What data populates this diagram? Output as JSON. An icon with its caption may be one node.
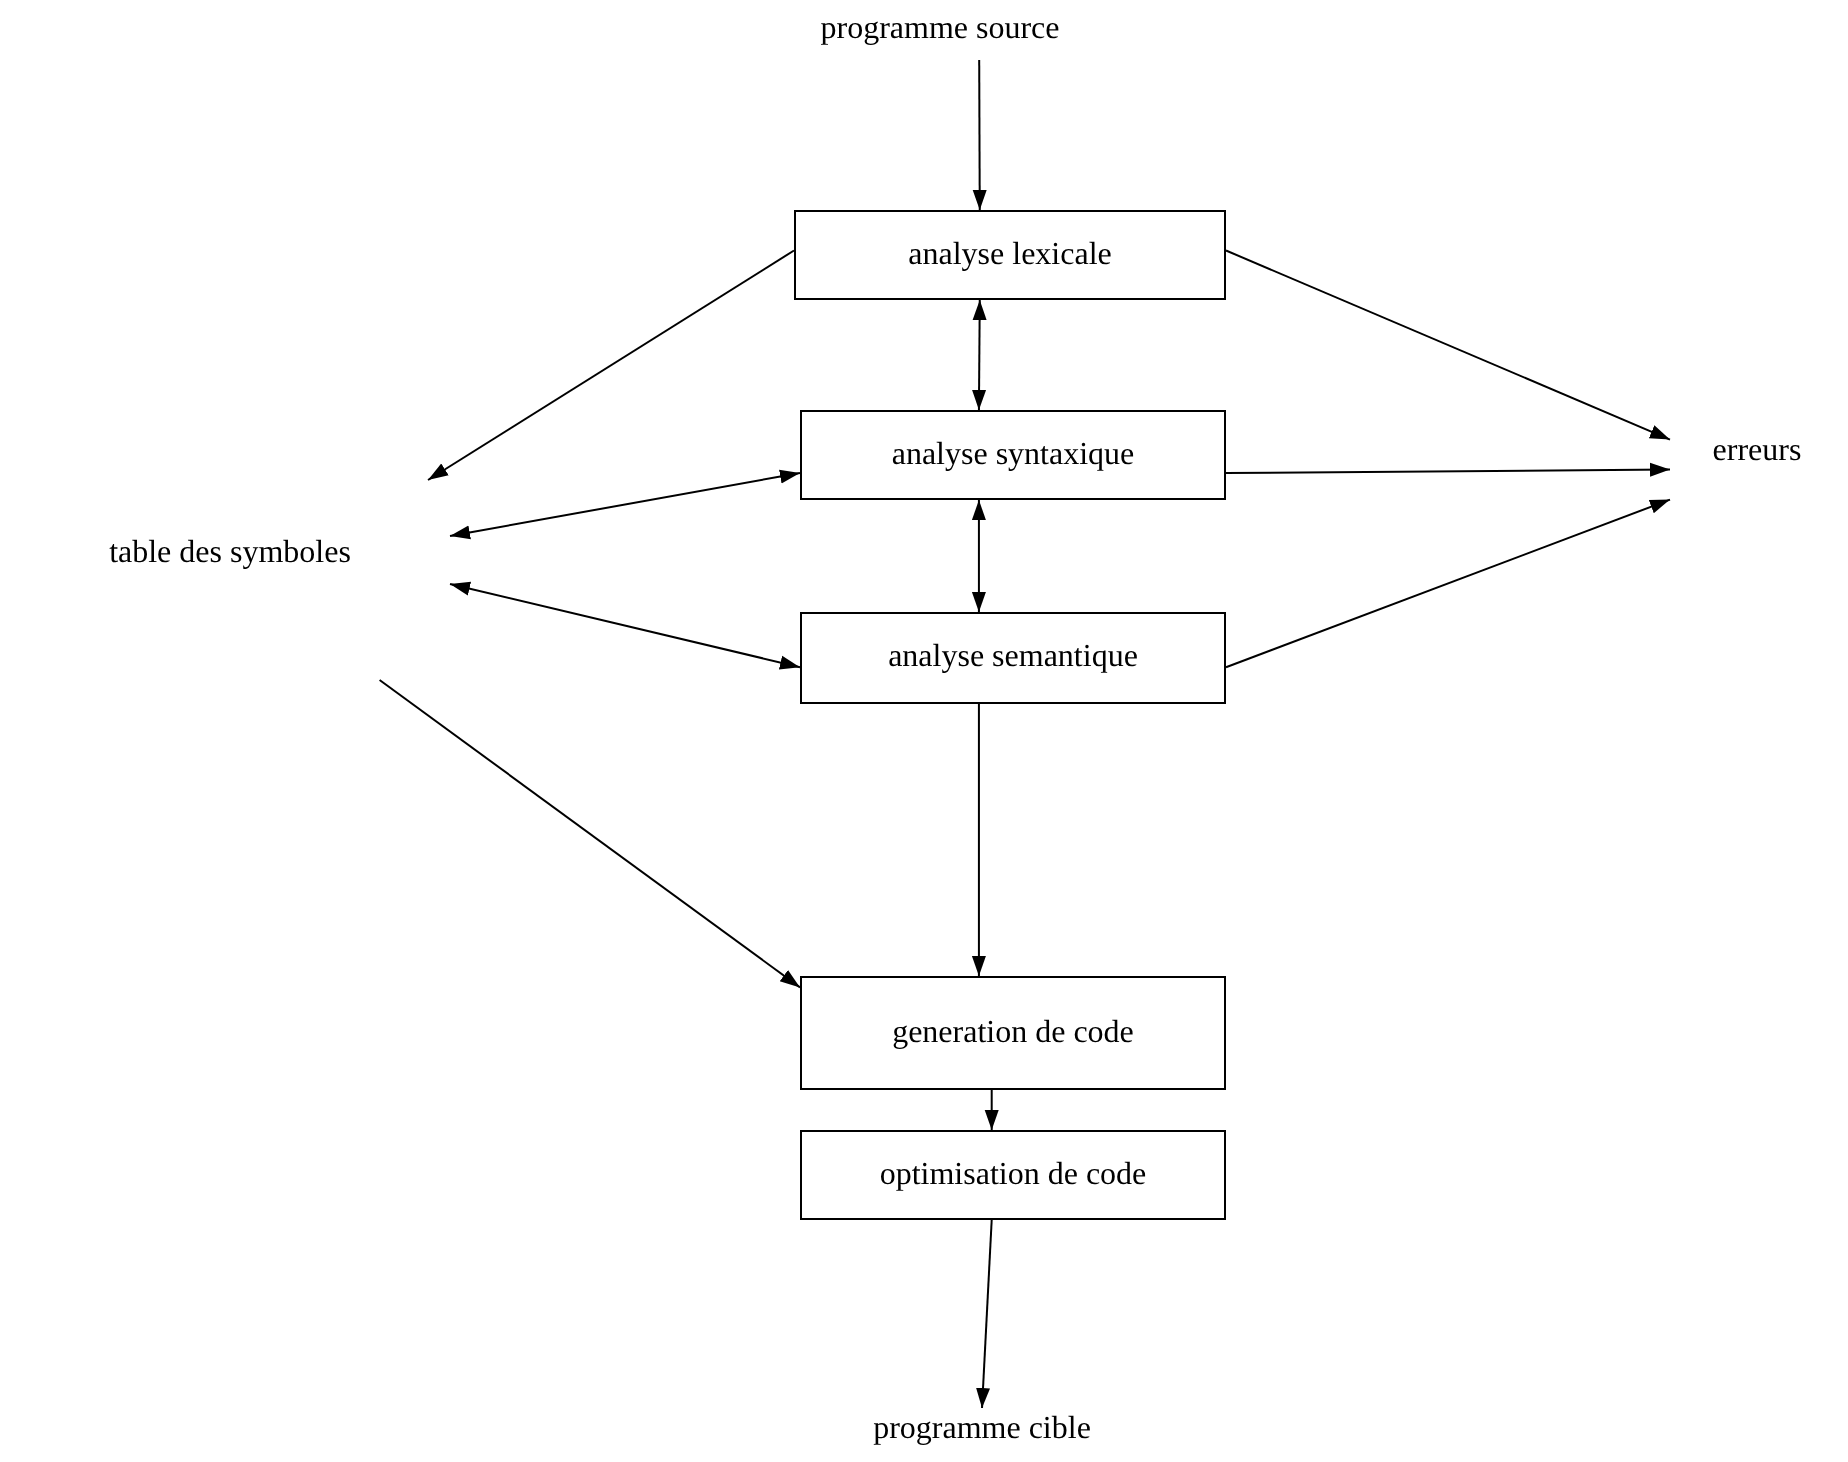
{
  "diagram": {
    "nodes": [
      {
        "text": [
          "programme source"
        ]
      },
      {
        "text": [
          "analyse lexicale"
        ]
      },
      {
        "text": [
          "analyse syntaxique"
        ]
      },
      {
        "text": [
          "analyse semantique"
        ]
      },
      {
        "text": [
          "generation de code"
        ]
      },
      {
        "text": [
          "optimisation de code"
        ]
      },
      {
        "text": [
          "programme cible"
        ]
      },
      {
        "text": [
          "table des symboles"
        ]
      },
      {
        "text": [
          "erreurs"
        ]
      }
    ],
    "edges": [
      {
        "from": 0,
        "to": 1,
        "arrow": "to"
      },
      {
        "from": 1,
        "to": 2,
        "arrow": "both"
      },
      {
        "from": 2,
        "to": 3,
        "arrow": "both"
      },
      {
        "from": 3,
        "to": 4,
        "arrow": "to"
      },
      {
        "from": 4,
        "to": 5,
        "arrow": "to"
      },
      {
        "from": 5,
        "to": 6,
        "arrow": "to"
      },
      {
        "from": 1,
        "to": 7,
        "arrow": "to"
      },
      {
        "from": 2,
        "to": 7,
        "arrow": "both"
      },
      {
        "from": 3,
        "to": 7,
        "arrow": "both"
      },
      {
        "from": 7,
        "to": 4,
        "arrow": "to"
      },
      {
        "from": 1,
        "to": 8,
        "arrow": "to"
      },
      {
        "from": 2,
        "to": 8,
        "arrow": "to"
      },
      {
        "from": 3,
        "to": 8,
        "arrow": "to"
      }
    ]
  }
}
